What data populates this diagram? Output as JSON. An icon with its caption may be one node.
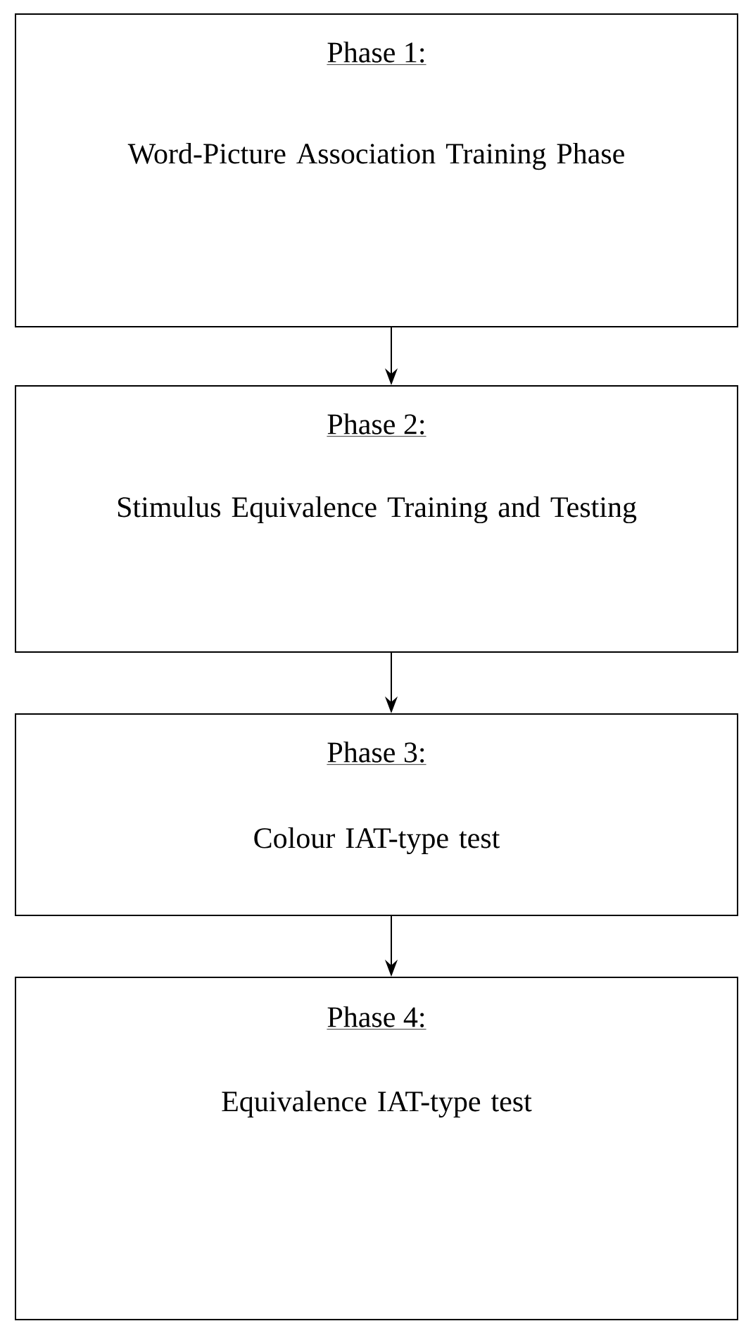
{
  "diagram": {
    "nodes": [
      {
        "text": [
          "Phase 1:",
          "Word-Picture Association Training Phase"
        ]
      },
      {
        "text": [
          "Phase 2:",
          "Stimulus Equivalence Training and Testing"
        ]
      },
      {
        "text": [
          "Phase 3:",
          "Colour IAT-type test"
        ]
      },
      {
        "text": [
          "Phase 4:",
          "Equivalence IAT-type test"
        ]
      }
    ],
    "edges": [
      {
        "from": 0,
        "to": 1,
        "arrow": "to"
      },
      {
        "from": 1,
        "to": 2,
        "arrow": "to"
      },
      {
        "from": 2,
        "to": 3,
        "arrow": "to"
      }
    ]
  }
}
